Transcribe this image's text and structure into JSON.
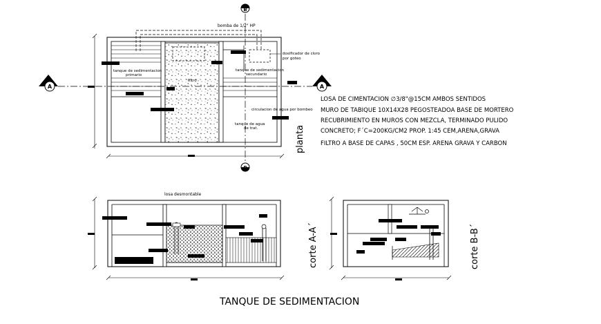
{
  "plan": {
    "pump_label": "bomba de 1/2\" HP",
    "chlorine_doser": [
      "dosificador de cloro",
      "por goteo"
    ],
    "primary_tank": [
      "tanque de sedimentacion",
      "primario"
    ],
    "filter": "filtro",
    "secondary_tank": [
      "tanque de sedimentacion",
      "secundario"
    ],
    "circulation": "circulacion de agua por bombeo",
    "treated_tank": [
      "tanque de agua",
      "de trat."
    ],
    "view_label": "planta"
  },
  "sections": {
    "marker_a": "A",
    "marker_b": "B",
    "removable_slab": "losa desmontable",
    "section_aa": "corte A-A´",
    "section_bb": "corte B-B´"
  },
  "notes": [
    "LOSA DE CIMENTACION ∅3/8\"@15CM AMBOS SENTIDOS",
    "MURO DE TABIQUE 10X14X28 PEGOSTEADOA BASE DE  MORTERO",
    "RECUBRIMIENTO EN MUROS CON MEZCLA, TERMINADO PULIDO",
    "CONCRETO; F´C=200KG/CM2 PROP. 1:45 CEM,ARENA,GRAVA",
    "FILTRO A BASE DE CAPAS , 50CM ESP. ARENA GRAVA Y CARBON"
  ],
  "title": "TANQUE  DE SEDIMENTACION"
}
